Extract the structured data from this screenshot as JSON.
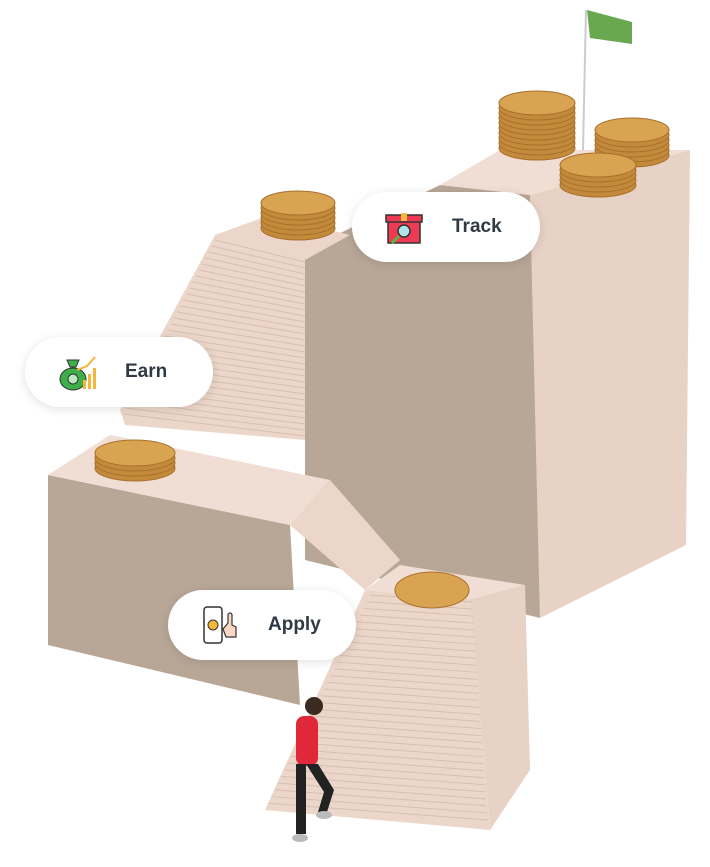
{
  "steps": [
    {
      "label": "Track",
      "icon": "gift-search-icon"
    },
    {
      "label": "Earn",
      "icon": "money-bag-growth-icon"
    },
    {
      "label": "Apply",
      "icon": "phone-tap-icon"
    }
  ],
  "colors": {
    "stone_front": "#b8a797",
    "stone_side": "#e8d2c6",
    "stone_top": "#f0ddd3",
    "coin": "#d9a451",
    "flag": "#6aa84f",
    "shirt": "#e0283a"
  }
}
